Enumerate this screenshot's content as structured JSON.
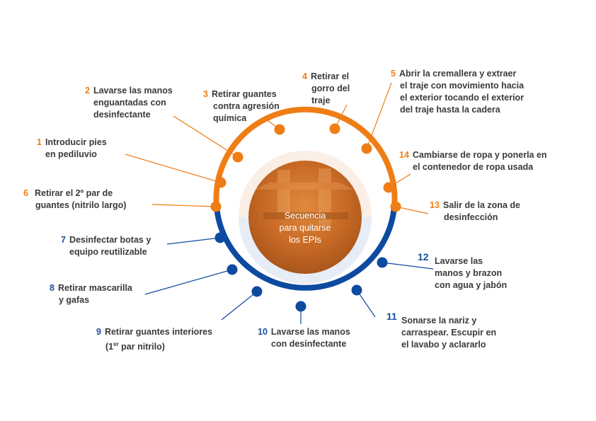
{
  "colors": {
    "orange": "#ef7d16",
    "blue": "#0e4aa0"
  },
  "center": {
    "line1": "Secuencia",
    "line2": "para quitarse",
    "line3": "los EPIs"
  },
  "steps": [
    {
      "n": "1",
      "l1": "Introducir pies",
      "l2": "en pediluvio"
    },
    {
      "n": "2",
      "l1": "Lavarse las manos",
      "l2": "enguantadas con",
      "l3": "desinfectante"
    },
    {
      "n": "3",
      "l1": "Retirar guantes",
      "l2": "contra agresión",
      "l3": "química"
    },
    {
      "n": "4",
      "l1": "Retirar el",
      "l2": "gorro del",
      "l3": "traje"
    },
    {
      "n": "5",
      "l1": "Abrir la cremallera y extraer",
      "l2": "el traje con movimiento hacia",
      "l3": "el exterior tocando el exterior",
      "l4": "del traje hasta la cadera"
    },
    {
      "n": "6",
      "l1": "Retirar el 2º par de",
      "l2": "guantes (nitrilo largo)"
    },
    {
      "n": "7",
      "l1": "Desinfectar botas y",
      "l2": "equipo reutilizable"
    },
    {
      "n": "8",
      "l1": "Retirar mascarilla",
      "l2": "y gafas"
    },
    {
      "n": "9",
      "l1": "Retirar guantes interiores",
      "l2a": "(1",
      "l2sup": "er",
      "l2b": " par nitrilo)"
    },
    {
      "n": "10",
      "l1": "Lavarse las manos",
      "l2": "con desinfectante"
    },
    {
      "n": "11",
      "l1": "Sonarse la nariz y",
      "l2": "carraspear. Escupir en",
      "l3": "el lavabo y aclararlo"
    },
    {
      "n": "12",
      "l1": "Lavarse las",
      "l2": "manos y brazon",
      "l3": "con agua y jabón"
    },
    {
      "n": "13",
      "l1": "Salir de la zona de",
      "l2": "desinfección"
    },
    {
      "n": "14",
      "l1": "Cambiarse de ropa y ponerla en",
      "l2": "el contenedor de ropa usada"
    }
  ]
}
